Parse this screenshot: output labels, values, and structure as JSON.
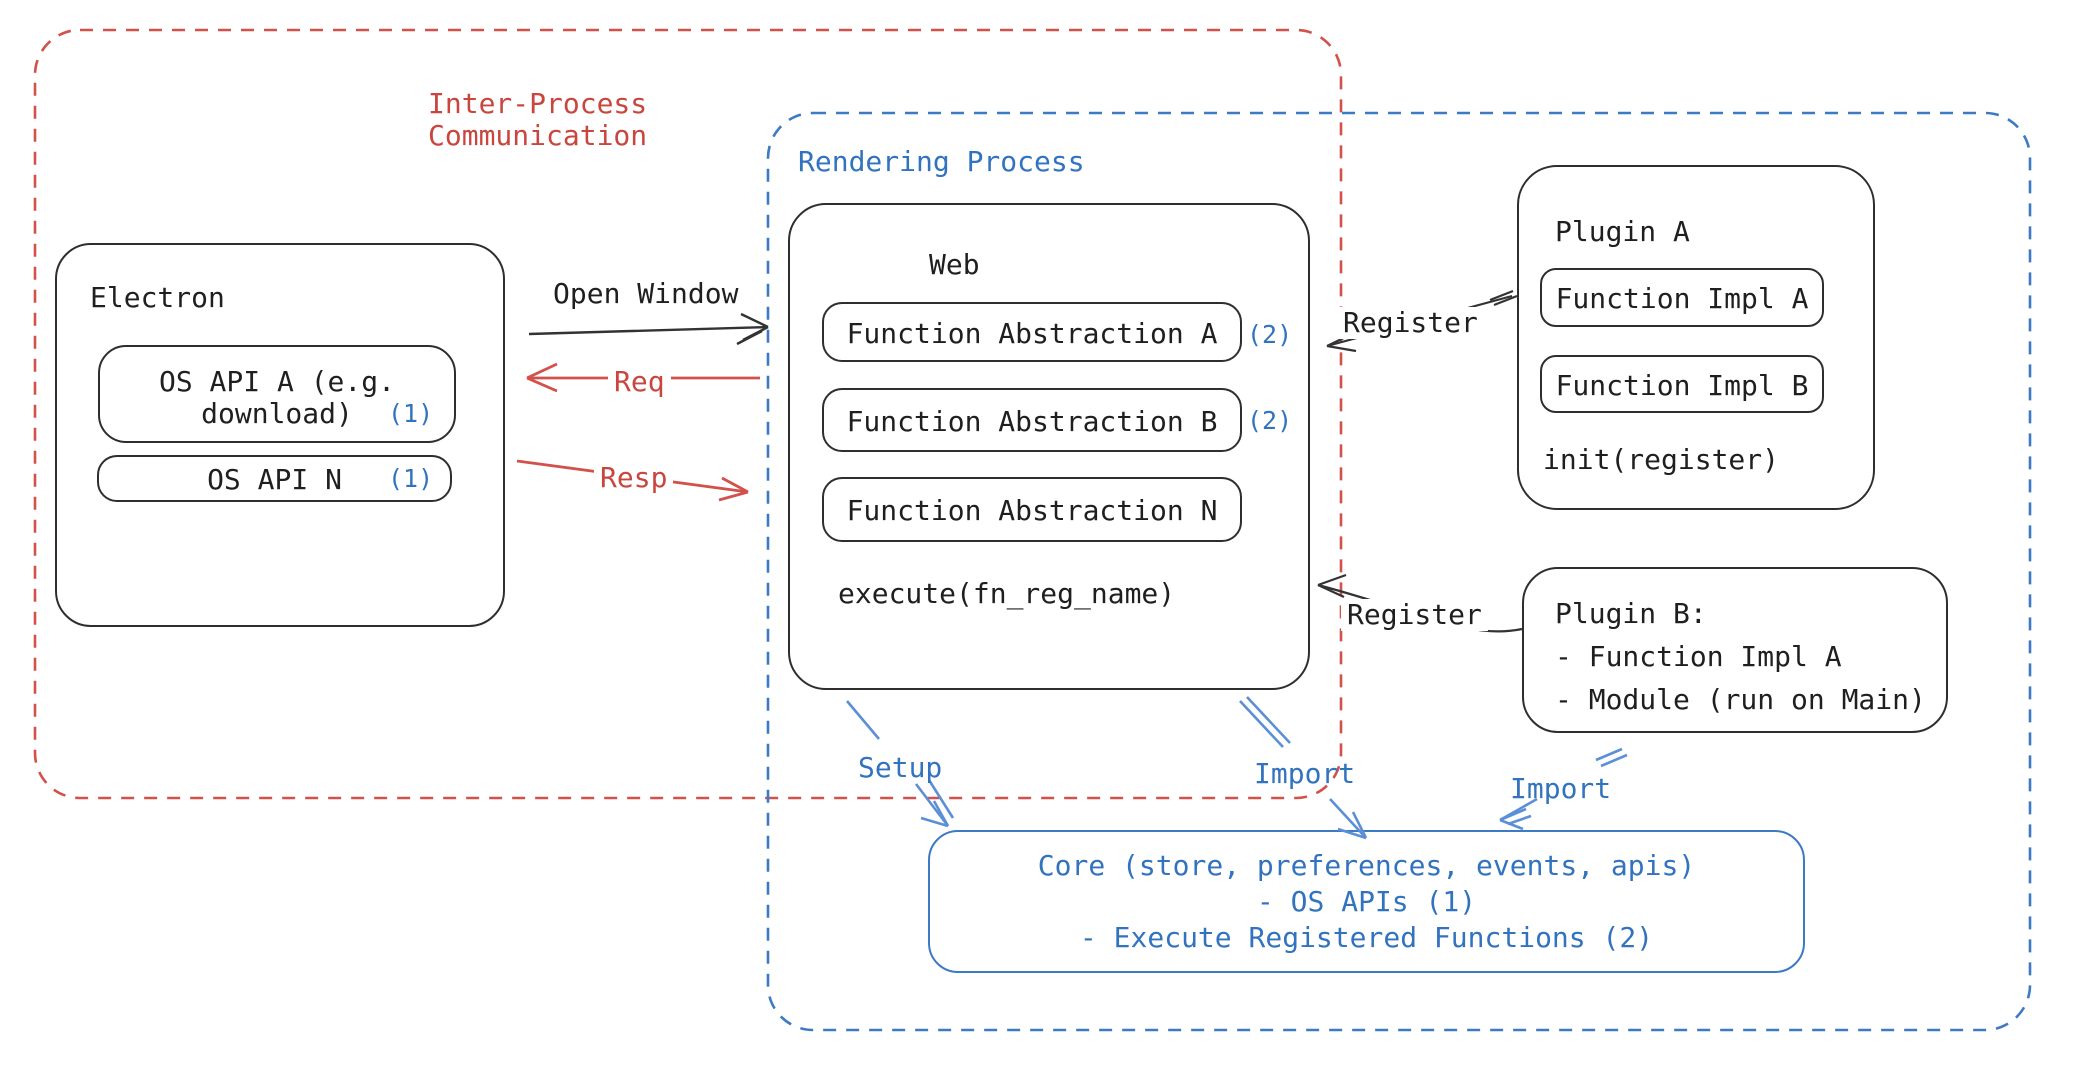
{
  "diagram": {
    "ipc_group": {
      "label_line1": "Inter-Process",
      "label_line2": "Communication"
    },
    "rendering_group": {
      "label": "Rendering Process"
    },
    "electron": {
      "title": "Electron",
      "os_api_a": {
        "line1": "OS API A (e.g.",
        "line2": "download)",
        "badge": "(1)"
      },
      "os_api_n": {
        "label": "OS API N",
        "badge": "(1)"
      }
    },
    "web": {
      "title": "Web",
      "fa_a": {
        "label": "Function Abstraction A",
        "badge": "(2)"
      },
      "fa_b": {
        "label": "Function Abstraction B",
        "badge": "(2)"
      },
      "fa_n": {
        "label": "Function Abstraction N"
      },
      "execute": "execute(fn_reg_name)"
    },
    "plugin_a": {
      "title": "Plugin A",
      "fi_a": "Function Impl A",
      "fi_b": "Function Impl B",
      "init": "init(register)"
    },
    "plugin_b": {
      "line1": "Plugin B:",
      "line2": "- Function Impl A",
      "line3": "- Module (run on Main)"
    },
    "core": {
      "line1": "Core (store, preferences, events, apis)",
      "line2": "- OS APIs (1)",
      "line3": "- Execute Registered Functions (2)"
    },
    "arrows": {
      "open_window": "Open Window",
      "req": "Req",
      "resp": "Resp",
      "register_a": "Register",
      "register_b": "Register",
      "setup": "Setup",
      "import_a": "Import",
      "import_b": "Import"
    },
    "colors": {
      "red": "#cf4a43",
      "blue": "#3273c0",
      "black": "#1f1f1f"
    }
  }
}
